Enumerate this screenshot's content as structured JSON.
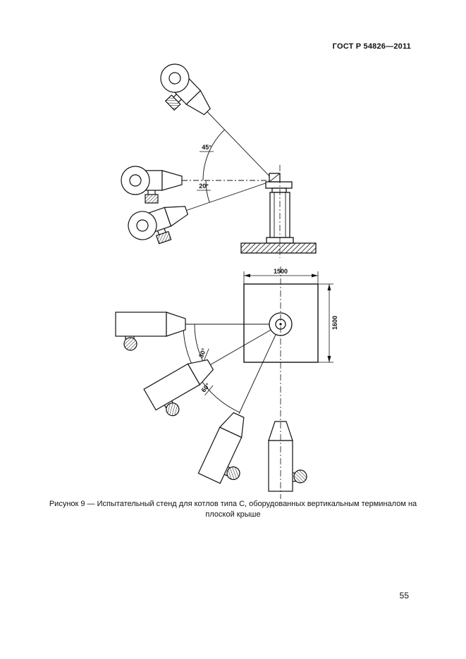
{
  "page": {
    "header": "ГОСТ Р 54826—2011",
    "page_number": "55",
    "caption": "Рисунок 9 — Испытательный стенд для котлов типа С, оборудованных вертикальным терминалом на плоской крыше"
  },
  "figure": {
    "elevation": {
      "angle_upper": "45°",
      "angle_lower": "20°"
    },
    "plan": {
      "width_dim": "1500",
      "height_dim": "1600",
      "angle_inner": "30°",
      "angle_outer": "60°"
    }
  }
}
